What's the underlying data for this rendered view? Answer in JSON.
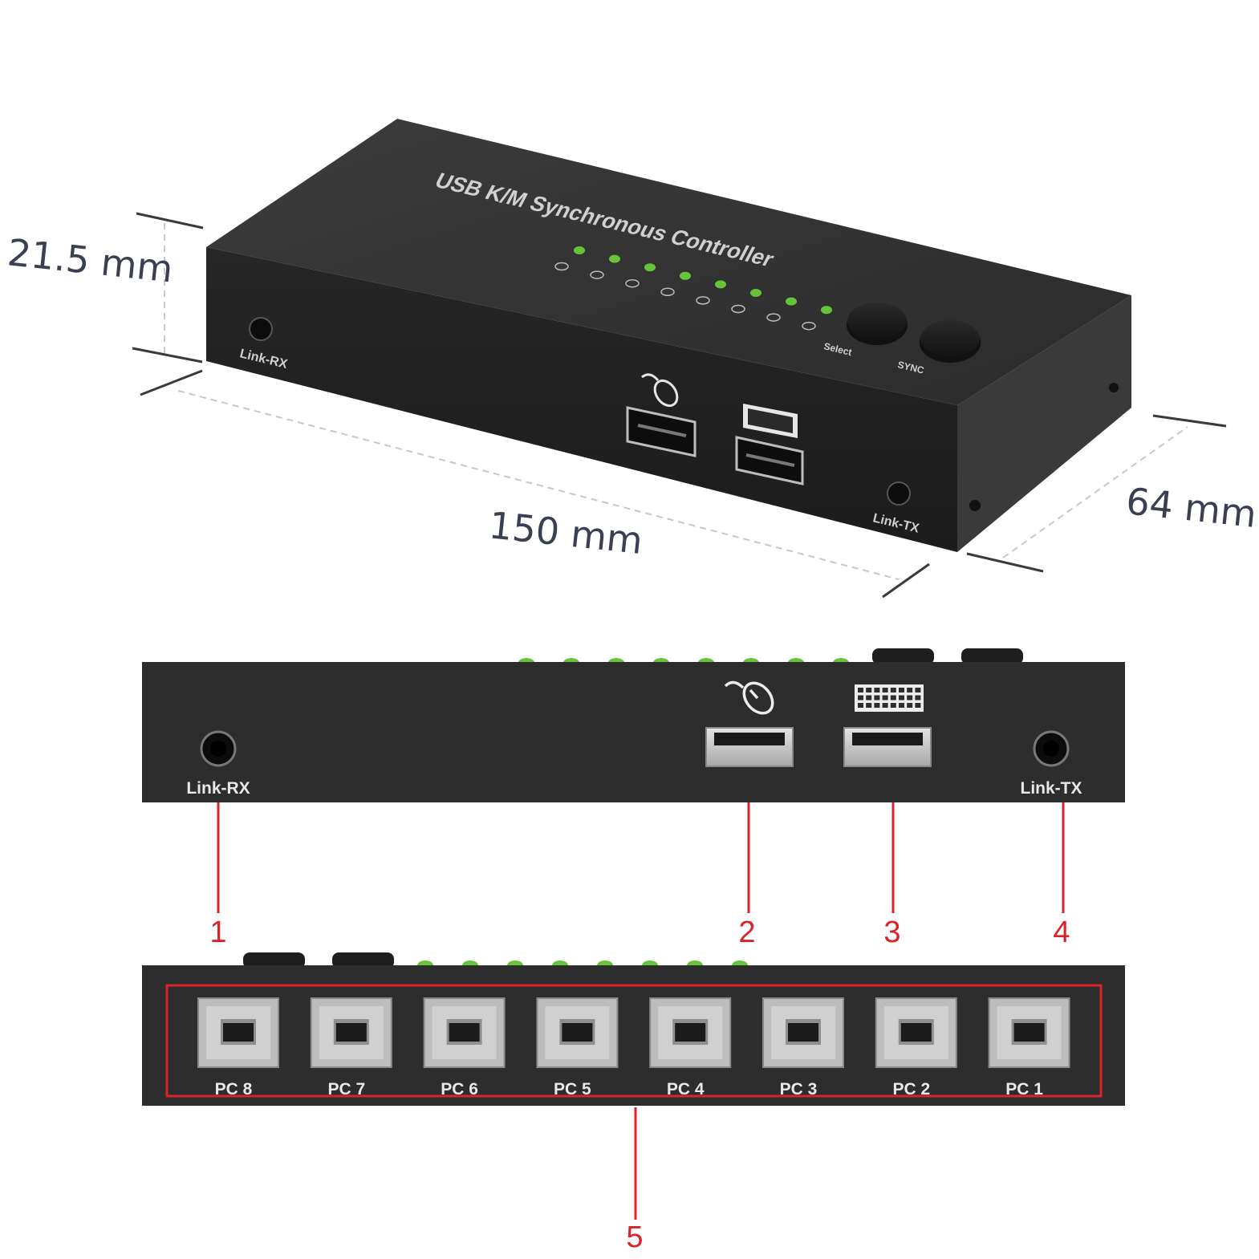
{
  "product": {
    "title": "USB K/M Synchronous Controller",
    "buttons": [
      "Select",
      "SYNC"
    ],
    "led_count": 8,
    "led_color": "#66c43a",
    "body_color": "#2d2d2d"
  },
  "dimensions": {
    "height": "21.5 mm",
    "length": "150 mm",
    "depth": "64 mm"
  },
  "front_panel": {
    "link_rx": "Link-RX",
    "link_tx": "Link-TX",
    "mouse_port_icon": "mouse-icon",
    "keyboard_port_icon": "keyboard-icon"
  },
  "rear_panel": {
    "ports": [
      "PC 8",
      "PC 7",
      "PC 6",
      "PC 5",
      "PC 4",
      "PC 3",
      "PC 2",
      "PC 1"
    ]
  },
  "callouts": {
    "color": "#d8242a",
    "items": [
      "1",
      "2",
      "3",
      "4",
      "5"
    ]
  }
}
